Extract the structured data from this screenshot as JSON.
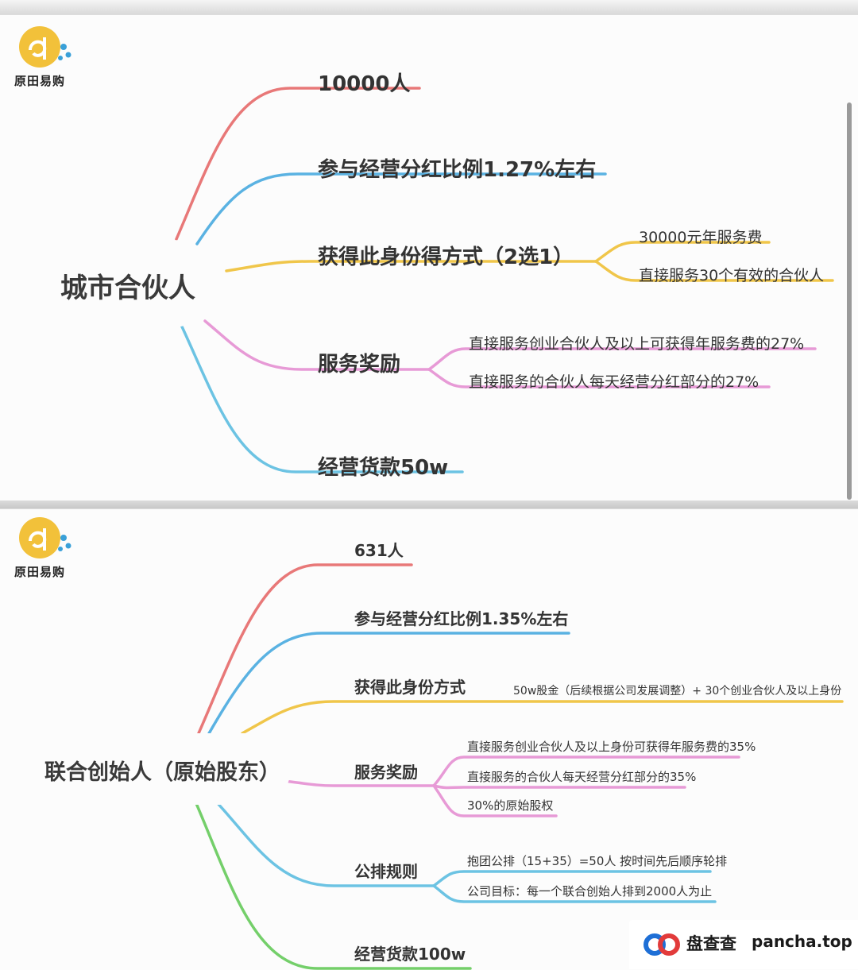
{
  "logo": {
    "name": "原田易购",
    "icon": "rice-drop-logo"
  },
  "panel1": {
    "root": "城市合伙人",
    "branches": [
      {
        "label": "10000人",
        "color": "#e87878",
        "children": []
      },
      {
        "label": "参与经营分红比例1.27%左右",
        "color": "#5ab2e2",
        "children": []
      },
      {
        "label": "获得此身份得方式（2选1）",
        "color": "#f0c64a",
        "children": [
          "30000元年服务费",
          "直接服务30个有效的合伙人"
        ]
      },
      {
        "label": "服务奖励",
        "color": "#e79ad6",
        "children": [
          "直接服务创业合伙人及以上可获得年服务费的27%",
          "直接服务的合伙人每天经营分红部分的27%"
        ]
      },
      {
        "label": "经营货款50w",
        "color": "#6cc3e3",
        "children": []
      }
    ]
  },
  "panel2": {
    "root": "联合创始人（原始股东）",
    "branches": [
      {
        "label": "631人",
        "color": "#e87878",
        "children": []
      },
      {
        "label": "参与经营分红比例1.35%左右",
        "color": "#5ab2e2",
        "children": []
      },
      {
        "label": "获得此身份方式",
        "color": "#f0c64a",
        "children": [
          "50w股金（后续根据公司发展调整）+ 30个创业合伙人及以上身份"
        ]
      },
      {
        "label": "服务奖励",
        "color": "#e79ad6",
        "children": [
          "直接服务创业合伙人及以上身份可获得年服务费的35%",
          "直接服务的合伙人每天经营分红部分的35%",
          "30%的原始股权"
        ]
      },
      {
        "label": "公排规则",
        "color": "#6cc3e3",
        "children": [
          "抱团公排（15+35）=50人 按时间先后顺序轮排",
          "公司目标：每一个联合创始人排到2000人为止"
        ]
      },
      {
        "label": "经营货款100w",
        "color": "#74cf6a",
        "children": []
      }
    ]
  },
  "watermark": {
    "name": "盘查查",
    "domain": "pancha.top",
    "icon": "pancha-logo"
  }
}
